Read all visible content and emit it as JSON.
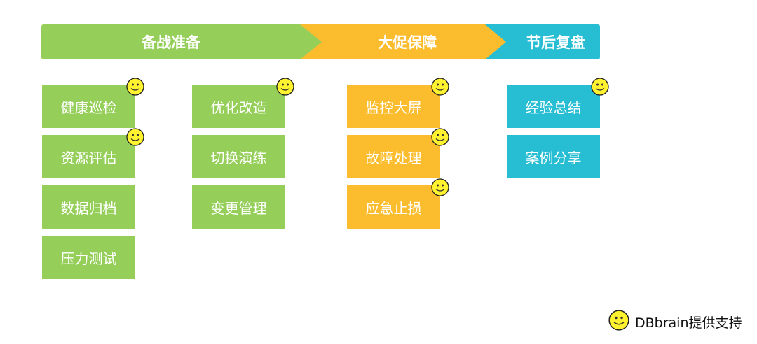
{
  "colors": {
    "green": "#95CF5A",
    "orange": "#FBBD2E",
    "cyan": "#27BDD2"
  },
  "phases": [
    {
      "label": "备战准备",
      "items": [
        [
          "健康巡检",
          "资源评估",
          "数据归档",
          "压力测试"
        ],
        [
          "优化改造",
          "切换演练",
          "变更管理"
        ]
      ],
      "smiles": [
        [
          true,
          true,
          false,
          false
        ],
        [
          true,
          false,
          false
        ]
      ]
    },
    {
      "label": "大促保障",
      "items": [
        [
          "监控大屏",
          "故障处理",
          "应急止损"
        ]
      ],
      "smiles": [
        [
          true,
          true,
          true
        ]
      ]
    },
    {
      "label": "节后复盘",
      "items": [
        [
          "经验总结",
          "案例分享"
        ]
      ],
      "smiles": [
        [
          true,
          false
        ]
      ]
    }
  ],
  "footer": {
    "text": "DBbrain提供支持",
    "icon": "smiley-icon"
  }
}
